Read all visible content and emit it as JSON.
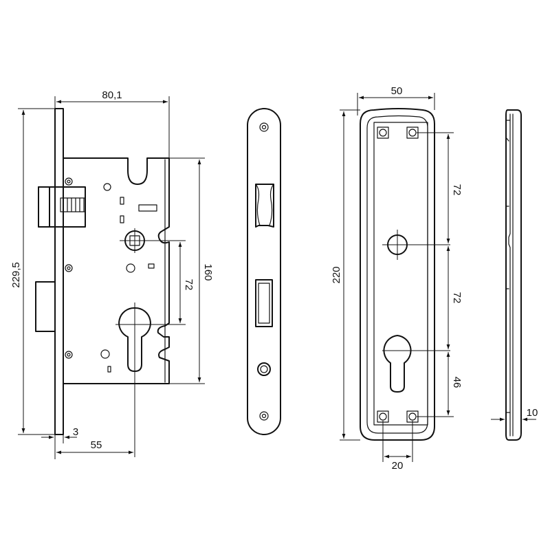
{
  "figure": "mortise lock technical drawing",
  "dimensions": {
    "lock_width": "80,1",
    "lock_height": "229,5",
    "case_height": "160",
    "spindle_to_cylinder": "72",
    "faceplate_thickness": "3",
    "backset": "55",
    "plate_width": "50",
    "plate_height": "220",
    "plate_upper_spacing": "72",
    "plate_lower_spacing": "72",
    "plate_cylinder_offset": "46",
    "plate_screw_spacing": "20",
    "plate_thickness": "10"
  }
}
